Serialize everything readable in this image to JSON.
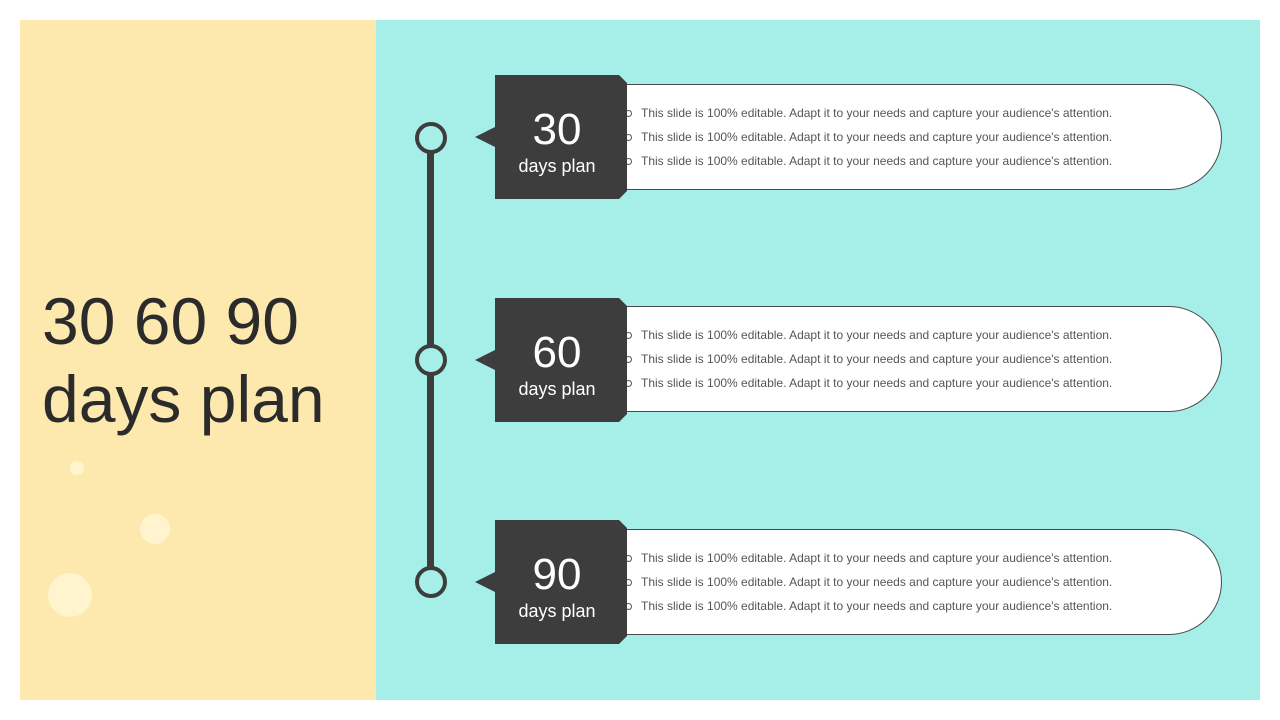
{
  "title": {
    "line1": "30 60 90",
    "line2": "days plan"
  },
  "steps": [
    {
      "number": "30",
      "label": "days plan",
      "bullets": [
        "This slide is 100% editable. Adapt it to your needs and capture your audience's attention.",
        "This slide is 100% editable. Adapt it to your needs and capture your audience's attention.",
        "This slide is 100% editable. Adapt it to your needs and capture your audience's attention."
      ]
    },
    {
      "number": "60",
      "label": "days plan",
      "bullets": [
        "This slide is 100% editable. Adapt it to your needs and capture your audience's attention.",
        "This slide is 100% editable. Adapt it to your needs and capture your audience's attention.",
        "This slide is 100% editable. Adapt it to your needs and capture your audience's attention."
      ]
    },
    {
      "number": "90",
      "label": "days plan",
      "bullets": [
        "This slide is 100% editable. Adapt it to your needs and capture your audience's attention.",
        "This slide is 100% editable. Adapt it to your needs and capture your audience's attention.",
        "This slide is 100% editable. Adapt it to your needs and capture your audience's attention."
      ]
    }
  ],
  "colors": {
    "left_panel": "#fde9ad",
    "right_panel": "#a6eee8",
    "dark": "#3d3d3d",
    "card": "#ffffff"
  }
}
